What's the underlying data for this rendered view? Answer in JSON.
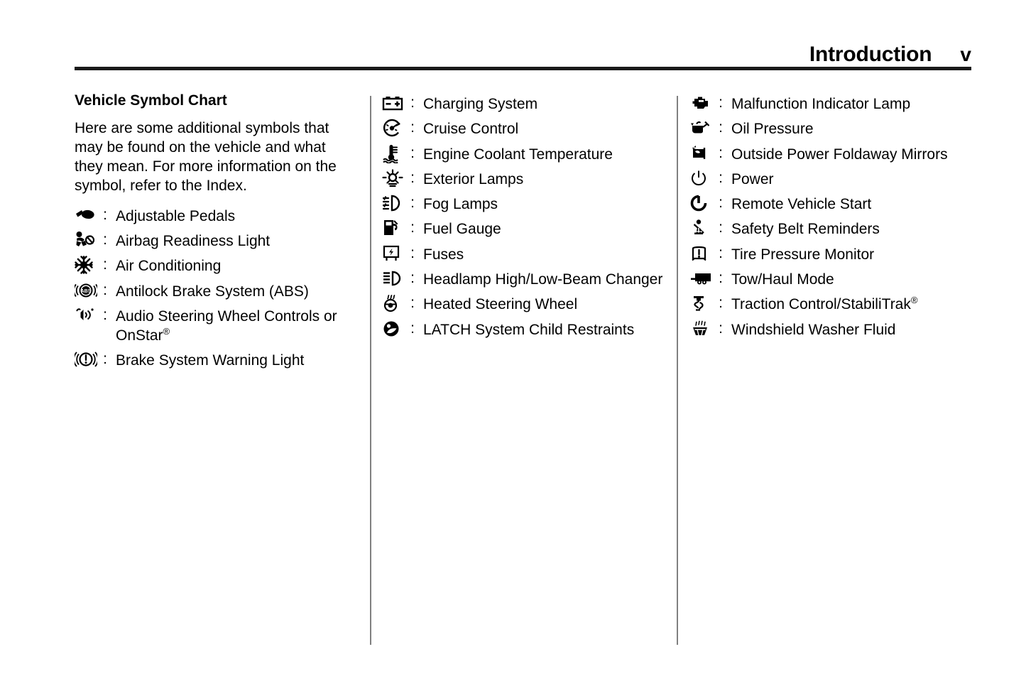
{
  "header": {
    "title": "Introduction",
    "page_number": "v"
  },
  "column_1": {
    "section_title": "Vehicle Symbol Chart",
    "intro_text": "Here are some additional symbols that may be found on the vehicle and what they mean. For more information on the symbol, refer to the Index.",
    "items": [
      {
        "icon": "adjustable-pedals-icon",
        "separator": ":",
        "label": "Adjustable Pedals"
      },
      {
        "icon": "airbag-readiness-icon",
        "separator": ":",
        "label": "Airbag Readiness Light"
      },
      {
        "icon": "air-conditioning-icon",
        "separator": ":",
        "label": "Air Conditioning"
      },
      {
        "icon": "antilock-brake-system-icon",
        "separator": ":",
        "label": "Antilock Brake System (ABS)"
      },
      {
        "icon": "audio-steering-wheel-controls-icon",
        "separator": ":",
        "label": "Audio Steering Wheel Controls or OnStar",
        "superscript": "®"
      },
      {
        "icon": "brake-system-warning-icon",
        "separator": ":",
        "label": "Brake System Warning Light"
      }
    ]
  },
  "column_2": {
    "items": [
      {
        "icon": "charging-system-icon",
        "separator": ":",
        "label": "Charging System"
      },
      {
        "icon": "cruise-control-icon",
        "separator": ":",
        "label": "Cruise Control"
      },
      {
        "icon": "engine-coolant-temperature-icon",
        "separator": ":",
        "label": "Engine Coolant Temperature"
      },
      {
        "icon": "exterior-lamps-icon",
        "separator": ":",
        "label": "Exterior Lamps"
      },
      {
        "icon": "fog-lamps-icon",
        "separator": ":",
        "label": "Fog Lamps"
      },
      {
        "icon": "fuel-gauge-icon",
        "separator": ":",
        "label": "Fuel Gauge"
      },
      {
        "icon": "fuses-icon",
        "separator": ":",
        "label": "Fuses"
      },
      {
        "icon": "headlamp-high-low-beam-icon",
        "separator": ":",
        "label": "Headlamp High/Low-Beam Changer"
      },
      {
        "icon": "heated-steering-wheel-icon",
        "separator": ":",
        "label": "Heated Steering Wheel"
      },
      {
        "icon": "latch-child-restraints-icon",
        "separator": ":",
        "label": "LATCH System Child Restraints"
      }
    ]
  },
  "column_3": {
    "items": [
      {
        "icon": "malfunction-indicator-lamp-icon",
        "separator": ":",
        "label": "Malfunction Indicator Lamp"
      },
      {
        "icon": "oil-pressure-icon",
        "separator": ":",
        "label": "Oil Pressure"
      },
      {
        "icon": "outside-power-foldaway-mirrors-icon",
        "separator": ":",
        "label": "Outside Power Foldaway Mirrors"
      },
      {
        "icon": "power-icon",
        "separator": ":",
        "label": "Power"
      },
      {
        "icon": "remote-vehicle-start-icon",
        "separator": ":",
        "label": "Remote Vehicle Start"
      },
      {
        "icon": "safety-belt-reminders-icon",
        "separator": ":",
        "label": "Safety Belt Reminders"
      },
      {
        "icon": "tire-pressure-monitor-icon",
        "separator": ":",
        "label": "Tire Pressure Monitor"
      },
      {
        "icon": "tow-haul-mode-icon",
        "separator": ":",
        "label": "Tow/Haul Mode"
      },
      {
        "icon": "traction-control-stabilitrak-icon",
        "separator": ":",
        "label": "Traction Control/StabiliTrak",
        "superscript": "®"
      },
      {
        "icon": "windshield-washer-fluid-icon",
        "separator": ":",
        "label": "Windshield Washer Fluid"
      }
    ]
  },
  "colors": {
    "text": "#000000",
    "rule": "#1a1a1a",
    "divider": "#808080",
    "background": "#ffffff"
  }
}
